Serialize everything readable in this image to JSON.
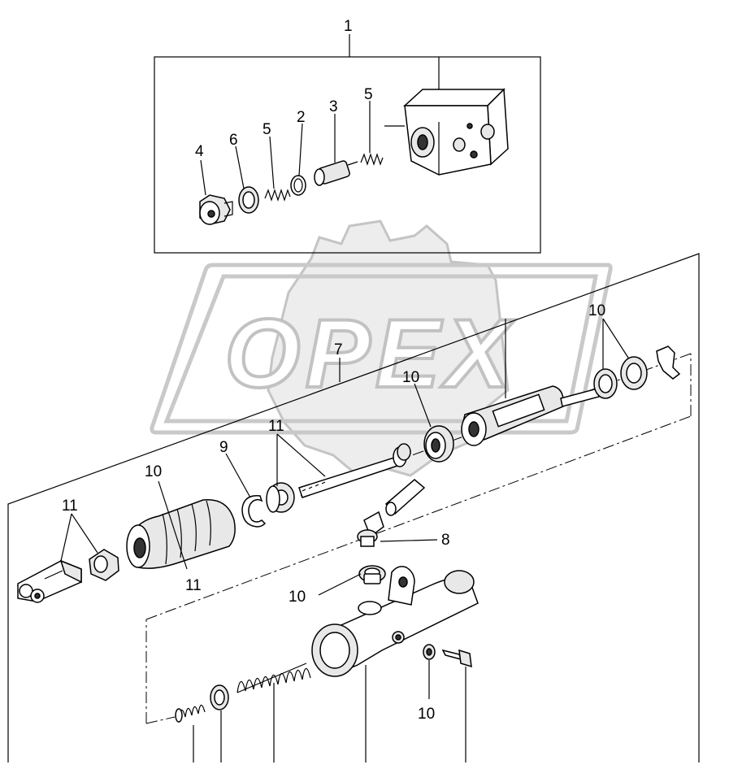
{
  "watermark": {
    "text": "OPEX"
  },
  "callouts": [
    {
      "id": "c1",
      "text": "1"
    },
    {
      "id": "c2",
      "text": "2"
    },
    {
      "id": "c3",
      "text": "3"
    },
    {
      "id": "c4",
      "text": "4"
    },
    {
      "id": "c5a",
      "text": "5"
    },
    {
      "id": "c5b",
      "text": "5"
    },
    {
      "id": "c6",
      "text": "6"
    },
    {
      "id": "c7",
      "text": "7"
    },
    {
      "id": "c8",
      "text": "8"
    },
    {
      "id": "c9",
      "text": "9"
    },
    {
      "id": "c10a",
      "text": "10"
    },
    {
      "id": "c10b",
      "text": "10"
    },
    {
      "id": "c10c",
      "text": "10"
    },
    {
      "id": "c10d",
      "text": "10"
    },
    {
      "id": "c10e",
      "text": "10"
    },
    {
      "id": "c11a",
      "text": "11"
    },
    {
      "id": "c11b",
      "text": "11"
    },
    {
      "id": "c11c",
      "text": "11"
    }
  ]
}
